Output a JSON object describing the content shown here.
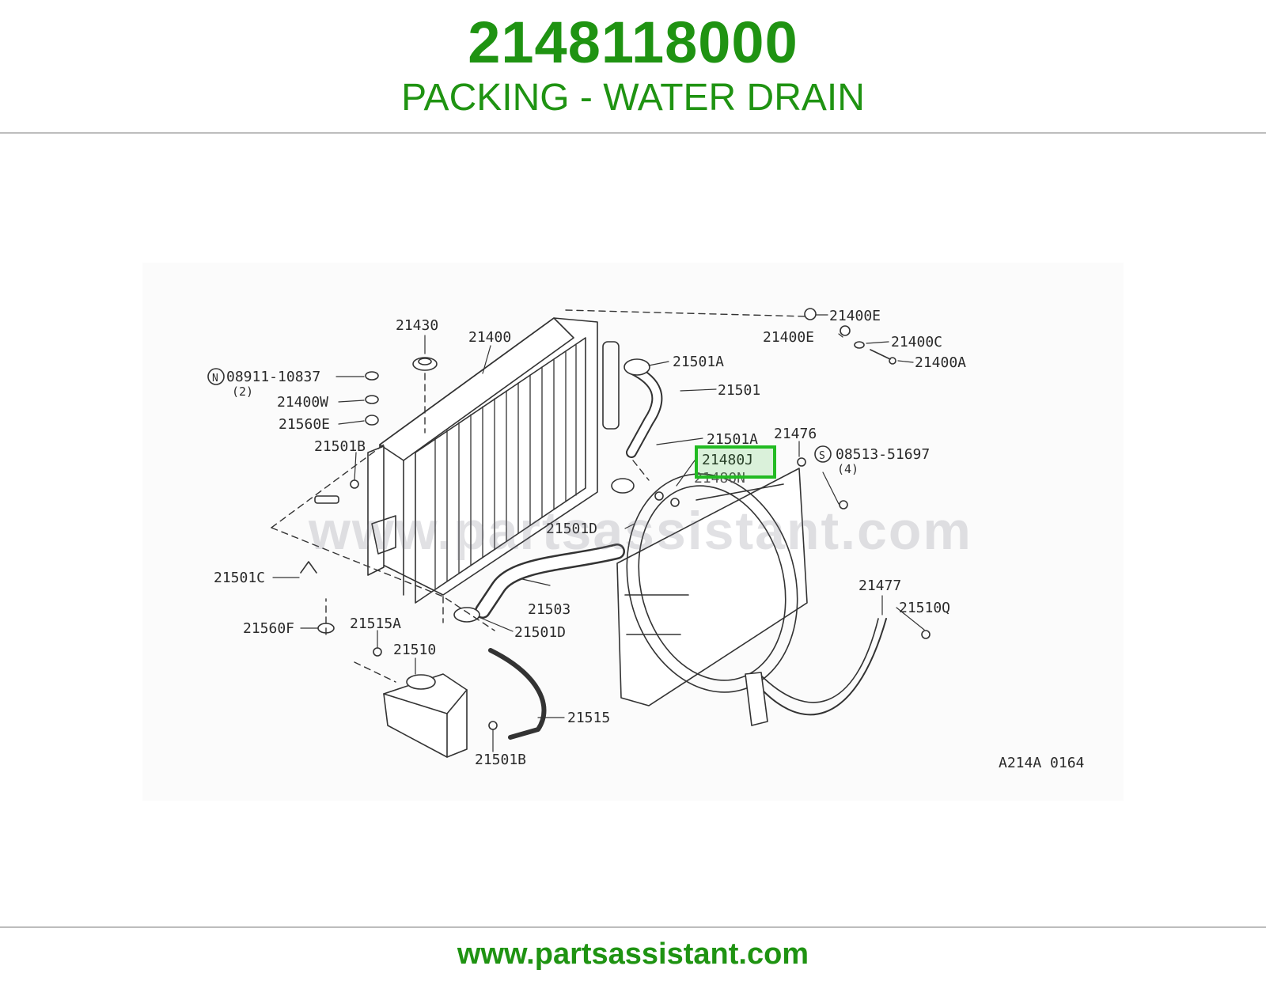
{
  "header": {
    "part_number": "2148118000",
    "description": "PACKING - WATER DRAIN"
  },
  "diagram": {
    "watermark": "www.partsassistant.com",
    "figure_code": "A214A 0164",
    "highlight_color": "#22bb22",
    "highlighted_part": "21480J",
    "callouts": {
      "c21430": "21430",
      "c21400": "21400",
      "cN08911": "08911-10837",
      "cN08911_qty": "(2)",
      "c21400W": "21400W",
      "c21560E": "21560E",
      "c21501B_top": "21501B",
      "c21501C": "21501C",
      "c21560F": "21560F",
      "c21515A": "21515A",
      "c21510": "21510",
      "c21515": "21515",
      "c21501B_bottom": "21501B",
      "c21503": "21503",
      "c21501D_lower": "21501D",
      "c21501D_mid": "21501D",
      "c21501A_top": "21501A",
      "c21501": "21501",
      "c21501A_mid": "21501A",
      "c21480J": "21480J",
      "c21480N": "21480N",
      "c21476": "21476",
      "cS08513": "08513-51697",
      "cS08513_qty": "(4)",
      "c21400E_top": "21400E",
      "c21400E_mid": "21400E",
      "c21400C": "21400C",
      "c21400A": "21400A",
      "c21477": "21477",
      "c21510Q": "21510Q",
      "symbol_N": "N",
      "symbol_S": "S"
    }
  },
  "footer": {
    "url": "www.partsassistant.com"
  }
}
